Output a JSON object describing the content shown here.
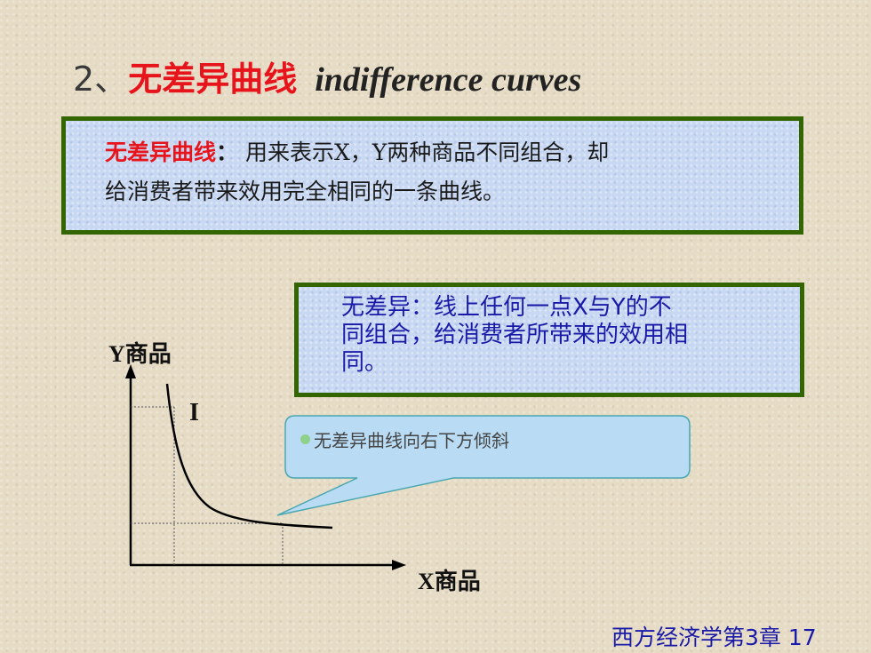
{
  "title": {
    "number": "2、",
    "chinese": "无差异曲线",
    "english": "indifference curves"
  },
  "definition": {
    "term": "无差异曲线",
    "colon": "：",
    "text_line1": "用来表示X，Y两种商品不同组合，却",
    "text_line2": "给消费者带来效用完全相同的一条曲线。"
  },
  "note": {
    "line1": "无差异：线上任何一点X与Y的不",
    "line2": "同组合，给消费者所带来的效用相",
    "line3": "同。"
  },
  "callout": {
    "text": "无差异曲线向右下方倾斜"
  },
  "graph": {
    "y_axis_label": "Y商品",
    "x_axis_label": "X商品",
    "curve_label": "I"
  },
  "footer": {
    "text": "西方经济学第3章 17"
  },
  "colors": {
    "title_red": "#e8141c",
    "border_green": "#336600",
    "note_blue": "#1a1aa8"
  }
}
